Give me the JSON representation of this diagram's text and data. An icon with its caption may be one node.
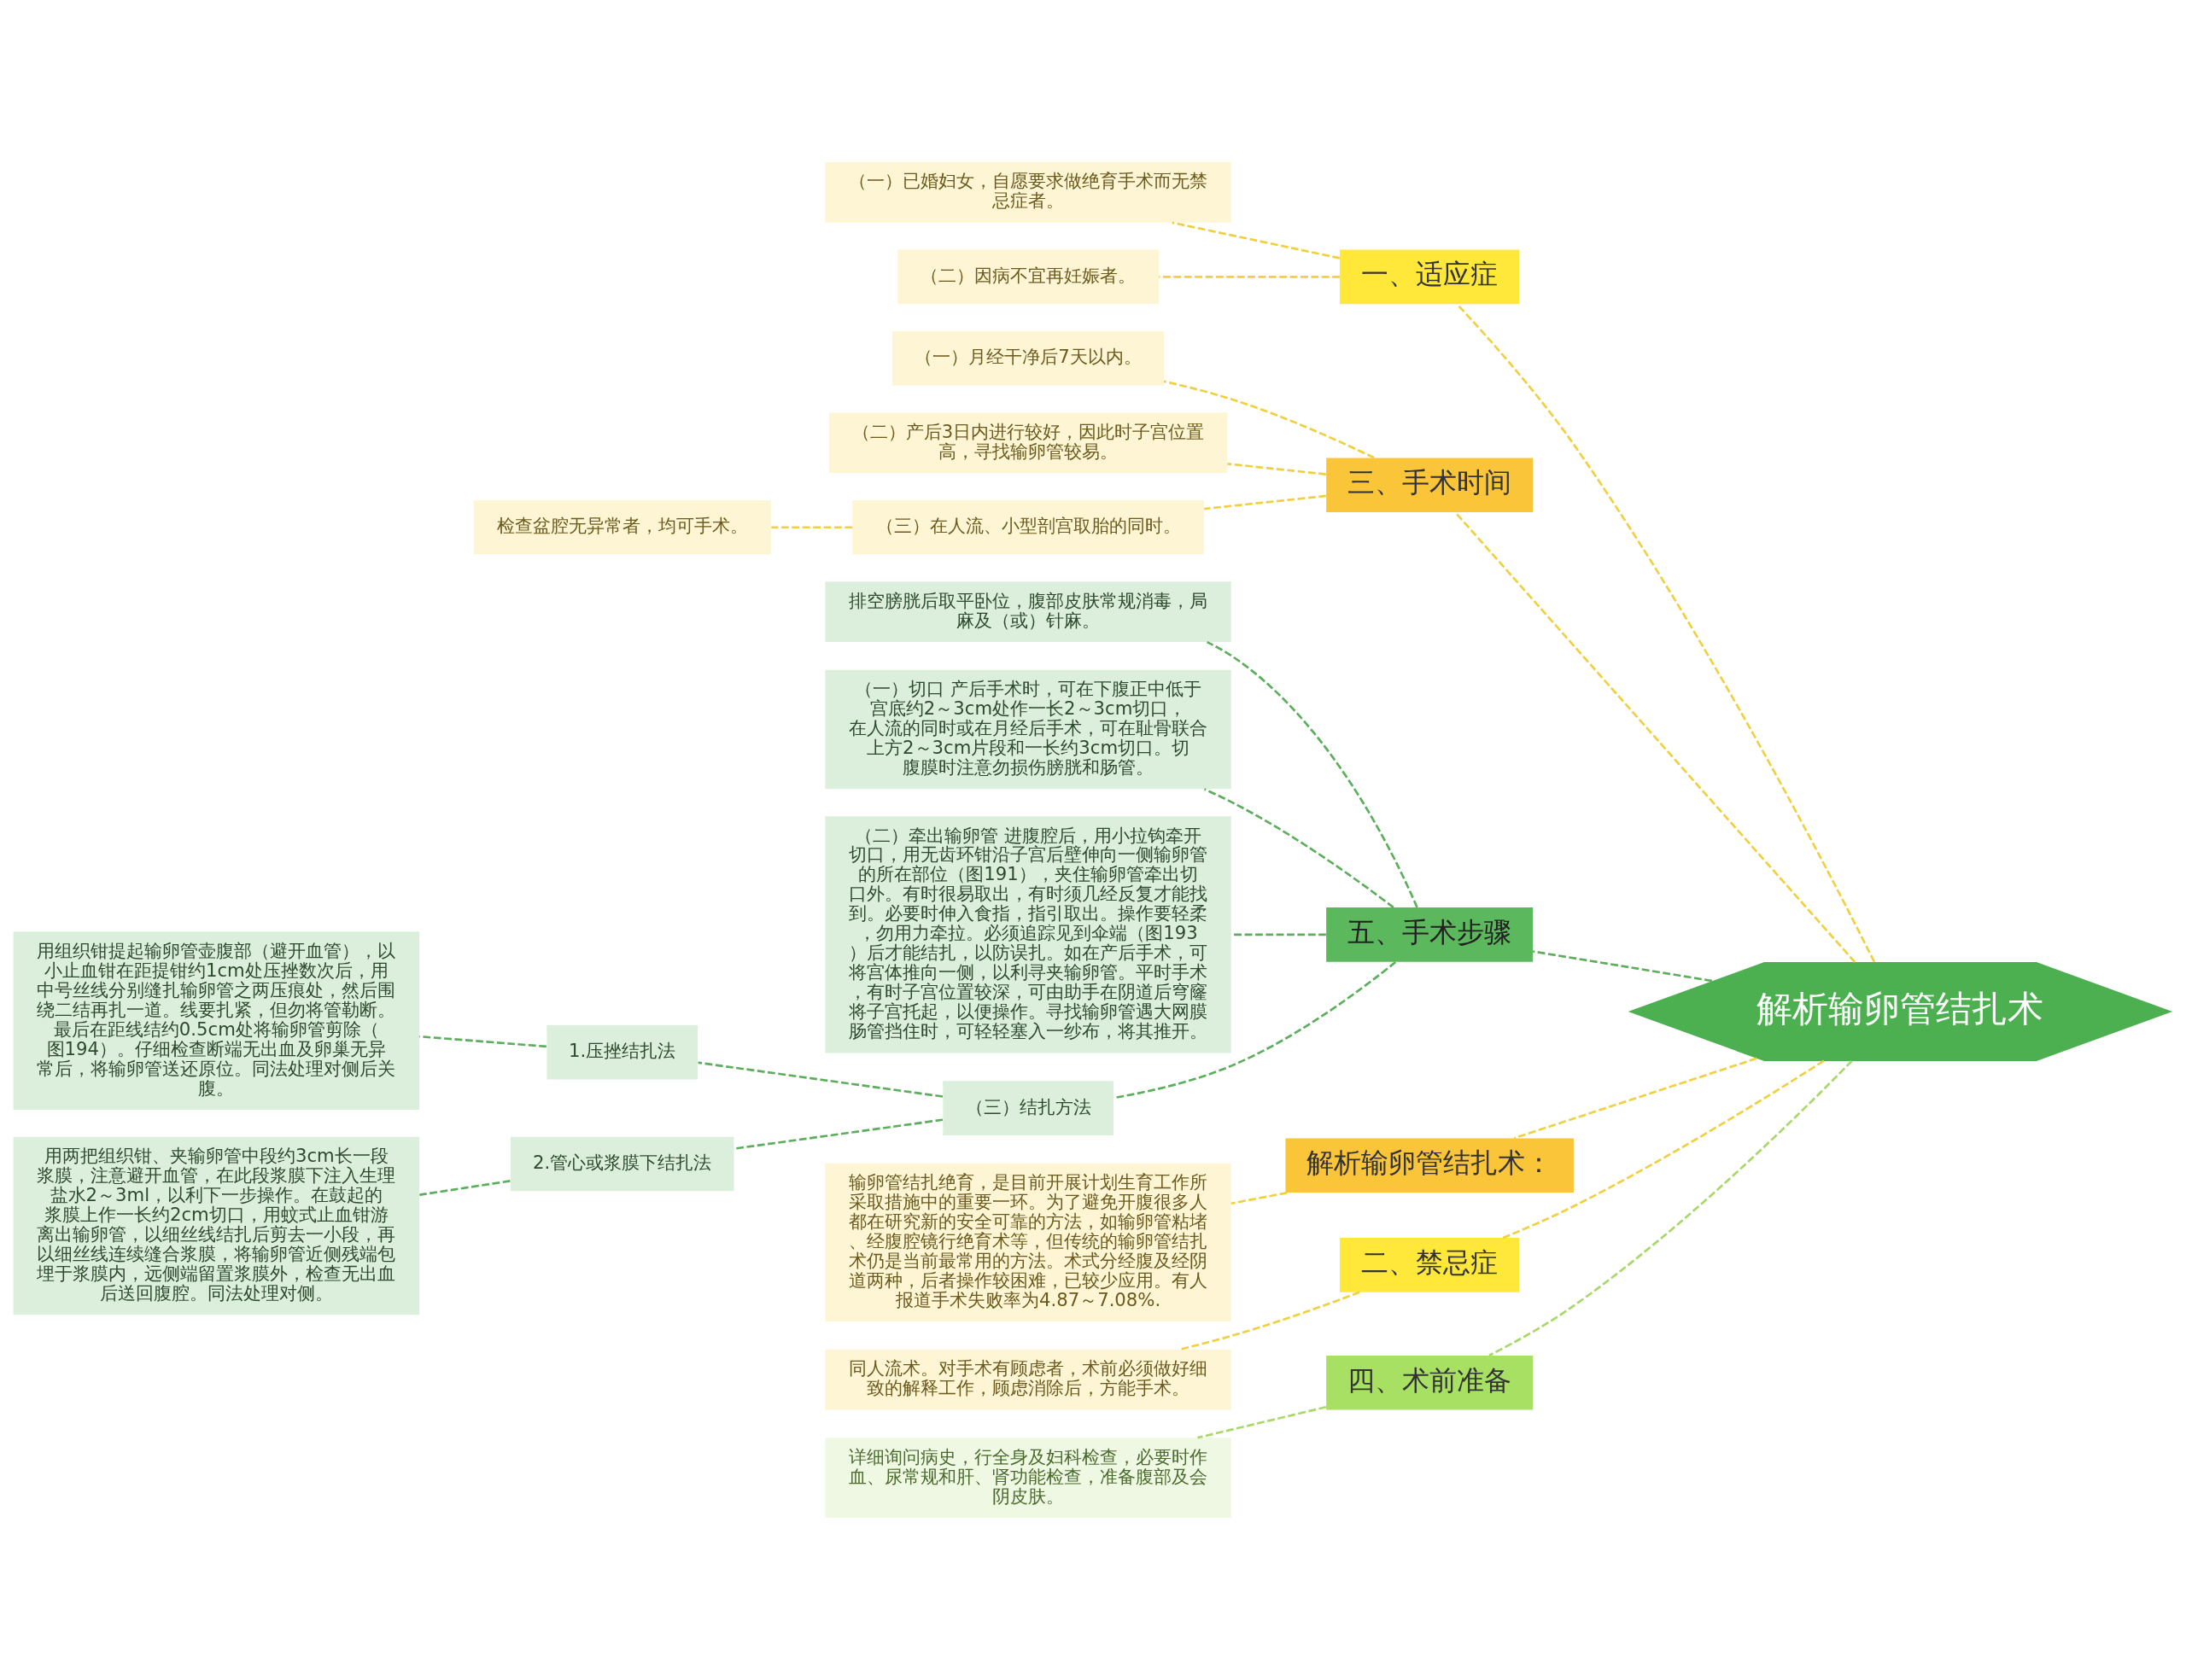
{
  "diagram": {
    "nodes": [
      {
        "text": [
          "解析输卵管结扎术"
        ]
      },
      {
        "text": [
          "一、适应症"
        ]
      },
      {
        "text": [
          "（一）已婚妇女，自愿要求做绝育手术而无禁忌症者。"
        ]
      },
      {
        "text": [
          "（二）因病不宜再妊娠者。"
        ]
      },
      {
        "text": [
          "三、手术时间"
        ]
      },
      {
        "text": [
          "（一）月经干净后7天以内。"
        ]
      },
      {
        "text": [
          "（二）产后3日内进行较好，因此时子宫位置高，寻找输卵管较易。"
        ]
      },
      {
        "text": [
          "（三）在人流、小型剖宫取胎的同时。"
        ]
      },
      {
        "text": [
          "检查盆腔无异常者，均可手术。"
        ]
      },
      {
        "text": [
          "五、手术步骤"
        ]
      },
      {
        "text": [
          "排空膀胱后取平卧位，腹部皮肤常规消毒，局麻及（或）针麻。"
        ]
      },
      {
        "text": [
          "（一）切口 产后手术时，可在下腹正中低于宫底约2～3cm处作一长2～3cm切口，在人流的同时或在月经后手术，可在耻骨联合上方2～3cm片段和一长约3cm切口。切腹膜时注意勿损伤膀胱和肠管。"
        ]
      },
      {
        "text": [
          "（二）牵出输卵管 进腹腔后，用小拉钩牵开切口，用无齿环钳沿子宫后壁伸向一侧输卵管的所在部位（图191），夹住输卵管牵出切口外。有时很易取出，有时须几经反复才能找到。必要时伸入食指，指引取出。操作要轻柔，勿用力牵拉。必须追踪见到伞端（图193）后才能结扎，以防误扎。如在产后手术，可将宫体推向一侧，以利寻夹输卵管。平时手术，有时子宫位置较深，可由助手在阴道后穹窿将子宫托起，以便操作。寻找输卵管遇大网膜肠管挡住时，可轻轻塞入一纱布，将其推开。"
        ]
      },
      {
        "text": [
          "（三）结扎方法"
        ]
      },
      {
        "text": [
          "1.压挫结扎法"
        ]
      },
      {
        "text": [
          "用组织钳提起输卵管壶腹部（避开血管），以小止血钳在距提钳约1cm处压挫数次后，用中号丝线分别缝扎输卵管之两压痕处，然后围绕二结再扎一道。线要扎紧，但勿将管勒断。最后在距线结约0.5cm处将输卵管剪除（图194）。仔细检查断端无出血及卵巢无异常后，将输卵管送还原位。同法处理对侧后关腹。"
        ]
      },
      {
        "text": [
          "2.管心或浆膜下结扎法"
        ]
      },
      {
        "text": [
          "用两把组织钳、夹输卵管中段约3cm长一段浆膜，注意避开血管，在此段浆膜下注入生理盐水2～3ml，以利下一步操作。在鼓起的浆膜上作一长约2cm切口，用蚊式止血钳游离出输卵管，以细丝线结扎后剪去一小段，再以细丝线连续缝合浆膜，将输卵管近侧残端包埋于浆膜内，远侧端留置浆膜外，检查无出血后送回腹腔。同法处理对侧。"
        ]
      },
      {
        "text": [
          "解析输卵管结扎术："
        ]
      },
      {
        "text": [
          "输卵管结扎绝育，是目前开展计划生育工作所采取措施中的重要一环。为了避免开腹很多人都在研究新的安全可靠的方法，如输卵管粘堵、经腹腔镜行绝育术等，但传统的输卵管结扎术仍是当前最常用的方法。术式分经腹及经阴道两种，后者操作较困难，已较少应用。有人报道手术失败率为4.87～7.08%."
        ]
      },
      {
        "text": [
          "二、禁忌症"
        ]
      },
      {
        "text": [
          "同人流术。对手术有顾虑者，术前必须做好细致的解释工作，顾虑消除后，方能手术。"
        ]
      },
      {
        "text": [
          "四、术前准备"
        ]
      },
      {
        "text": [
          "详细询问病史，行全身及妇科检查，必要时作血、尿常规和肝、肾功能检查，准备腹部及会阴皮肤。"
        ]
      }
    ],
    "edges": [
      {
        "from": 0,
        "to": 1,
        "arrow": "none",
        "style": "dashed"
      },
      {
        "from": 1,
        "to": 2,
        "arrow": "none",
        "style": "dashed"
      },
      {
        "from": 1,
        "to": 3,
        "arrow": "none",
        "style": "dashed"
      },
      {
        "from": 0,
        "to": 4,
        "arrow": "none",
        "style": "dashed"
      },
      {
        "from": 4,
        "to": 5,
        "arrow": "none",
        "style": "dashed"
      },
      {
        "from": 4,
        "to": 6,
        "arrow": "none",
        "style": "dashed"
      },
      {
        "from": 4,
        "to": 7,
        "arrow": "none",
        "style": "dashed"
      },
      {
        "from": 7,
        "to": 8,
        "arrow": "none",
        "style": "dashed"
      },
      {
        "from": 0,
        "to": 9,
        "arrow": "none",
        "style": "dashed",
        "color": "#5cae5c"
      },
      {
        "from": 9,
        "to": 10,
        "arrow": "none",
        "style": "dashed",
        "color": "#5cae5c"
      },
      {
        "from": 9,
        "to": 11,
        "arrow": "none",
        "style": "dashed",
        "color": "#5cae5c"
      },
      {
        "from": 9,
        "to": 12,
        "arrow": "none",
        "style": "dashed",
        "color": "#5cae5c"
      },
      {
        "from": 9,
        "to": 13,
        "arrow": "none",
        "style": "dashed",
        "color": "#5cae5c"
      },
      {
        "from": 13,
        "to": 14,
        "arrow": "none",
        "style": "dashed",
        "color": "#5cae5c"
      },
      {
        "from": 14,
        "to": 15,
        "arrow": "none",
        "style": "dashed",
        "color": "#5cae5c"
      },
      {
        "from": 13,
        "to": 16,
        "arrow": "none",
        "style": "dashed",
        "color": "#5cae5c"
      },
      {
        "from": 16,
        "to": 17,
        "arrow": "none",
        "style": "dashed",
        "color": "#5cae5c"
      },
      {
        "from": 0,
        "to": 18,
        "arrow": "none",
        "style": "dashed"
      },
      {
        "from": 18,
        "to": 19,
        "arrow": "none",
        "style": "dashed"
      },
      {
        "from": 0,
        "to": 20,
        "arrow": "none",
        "style": "dashed"
      },
      {
        "from": 20,
        "to": 21,
        "arrow": "none",
        "style": "dashed"
      },
      {
        "from": 0,
        "to": 22,
        "arrow": "none",
        "style": "dashed",
        "color": "#a8d86a"
      },
      {
        "from": 22,
        "to": 23,
        "arrow": "none",
        "style": "dashed",
        "color": "#a8d86a"
      }
    ]
  }
}
